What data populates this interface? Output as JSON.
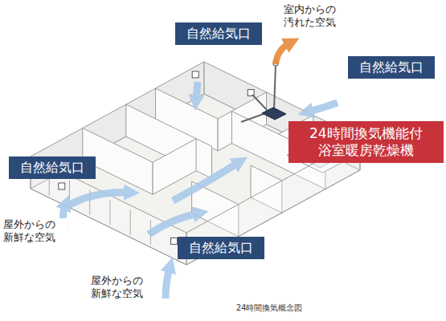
{
  "diagram": {
    "caption": "24時間換気概念図",
    "nodes": [
      {
        "text": [
          "自然給気口"
        ]
      },
      {
        "text": [
          "自然給気口"
        ]
      },
      {
        "text": [
          "24時間換気機能付 浴室暖房乾燥機"
        ]
      },
      {
        "text": [
          "自然給気口"
        ]
      },
      {
        "text": [
          "自然給気口"
        ]
      }
    ],
    "labels": [
      "室内からの 汚れた空気",
      "屋外からの 新鮮な空気",
      "屋外からの 新鮮な空気"
    ]
  }
}
